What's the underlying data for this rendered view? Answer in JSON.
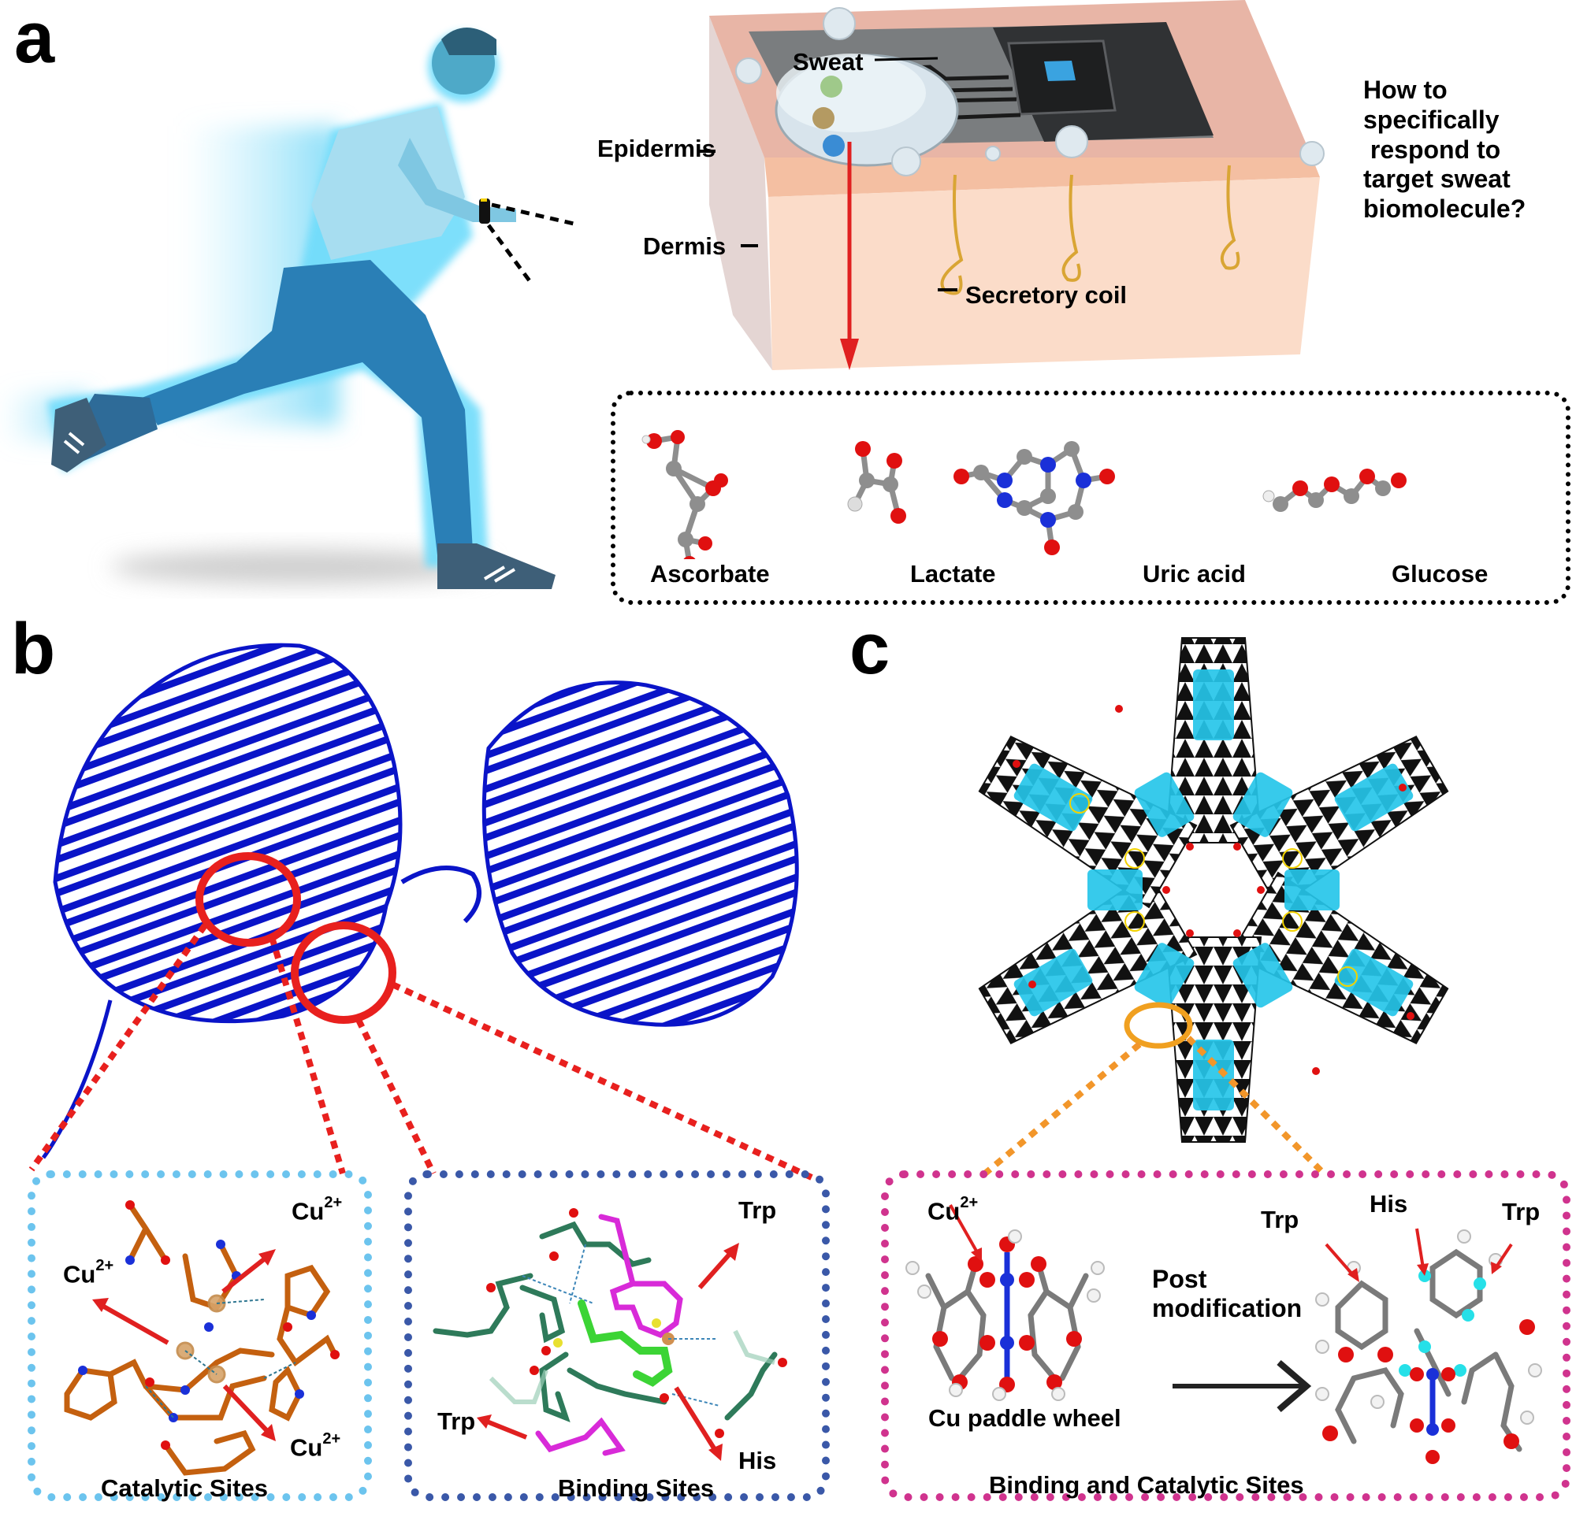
{
  "figure": {
    "panels": [
      {
        "id": "a",
        "letter": "a"
      },
      {
        "id": "b",
        "letter": "b"
      },
      {
        "id": "c",
        "letter": "c"
      }
    ]
  },
  "panel_a": {
    "skin_labels": {
      "sweat": "Sweat",
      "epidermis": "Epidermis",
      "dermis": "Dermis",
      "secretory_coil": "Secretory coil"
    },
    "question": [
      "How to",
      "specifically",
      " respond to",
      "target sweat",
      "biomolecule?"
    ],
    "biomolecules": [
      {
        "name": "Ascorbate"
      },
      {
        "name": "Lactate"
      },
      {
        "name": "Uric acid"
      },
      {
        "name": "Glucose"
      }
    ],
    "colors": {
      "arrow": "#e02020",
      "epidermis": "#e7b6a6",
      "dermis": "#f9d9c6",
      "chip": "#2b2b2b",
      "chip_core": "#3aa3e0",
      "runner_glow": "#2ec4f0"
    }
  },
  "panel_b": {
    "catalytic": {
      "title": "Catalytic Sites",
      "ion_labels": [
        {
          "base": "Cu",
          "sup": "2+"
        },
        {
          "base": "Cu",
          "sup": "2+"
        },
        {
          "base": "Cu",
          "sup": "2+"
        }
      ]
    },
    "binding": {
      "title": "Binding Sites",
      "residue_labels": [
        "Trp",
        "Trp",
        "His"
      ]
    },
    "colors": {
      "protein": "#0a14c8",
      "highlight_circle": "#e8201e",
      "catalytic_border": "#6cc4ee",
      "binding_border": "#3a58a8",
      "catalytic_residues": "#c4600f",
      "binding_residues": "#2e7a5a",
      "trp": "#d82ad8",
      "ligand": "#32d22a"
    }
  },
  "panel_c": {
    "inset": {
      "title": "Binding and Catalytic Sites",
      "left_label": "Cu paddle wheel",
      "ion_label": {
        "base": "Cu",
        "sup": "2+"
      },
      "arrow_label": [
        "Post",
        "modification"
      ],
      "residue_labels": [
        "Trp",
        "His",
        "Trp"
      ]
    },
    "colors": {
      "framework": "#111111",
      "sbu": "#26c6ea",
      "oxygen": "#e01010",
      "linker": "#f2d200",
      "highlight_ellipse": "#f0a020",
      "inset_border": "#d0338e",
      "connector": "#f2962a"
    }
  }
}
